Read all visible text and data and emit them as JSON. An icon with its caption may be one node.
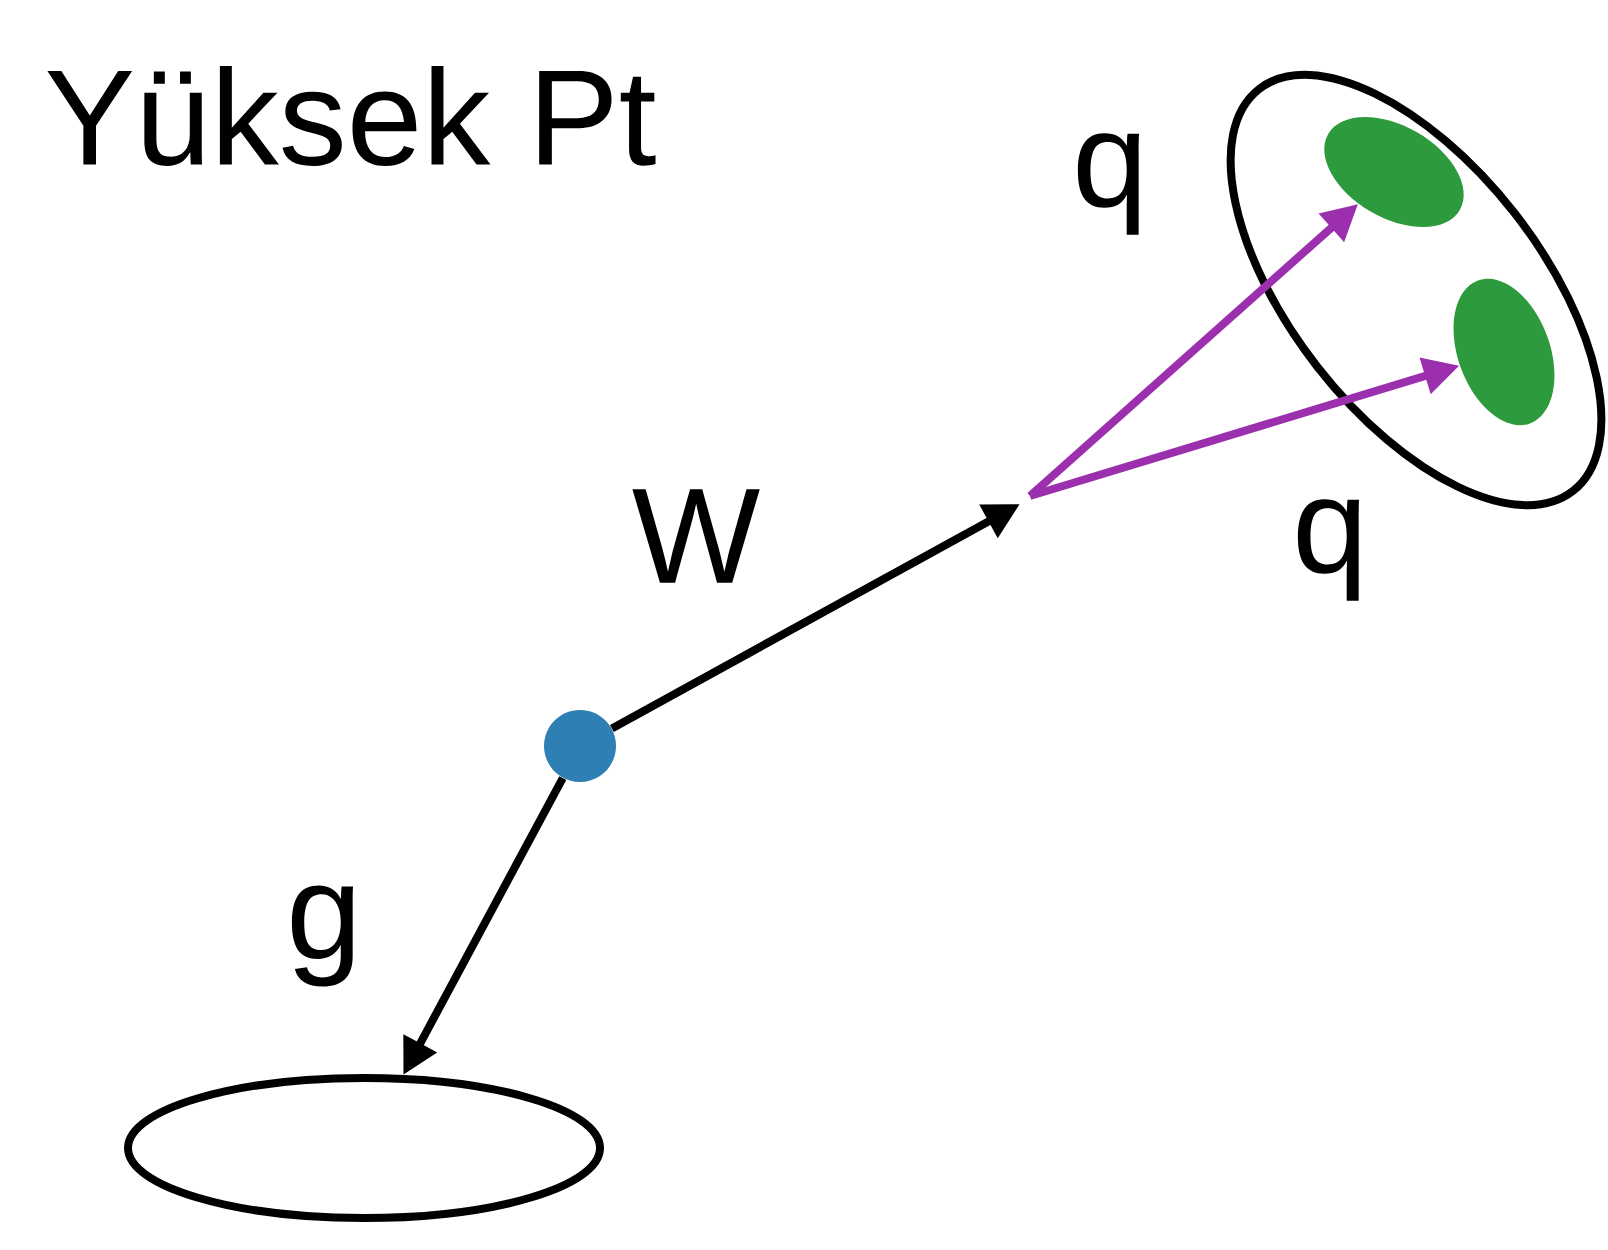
{
  "diagram": {
    "title": "Yüksek Pt",
    "nodes": [
      {
        "text": [],
        "shape": "circle"
      },
      {
        "text": [],
        "shape": "ellipse"
      },
      {
        "text": [],
        "shape": "ellipse",
        "in": 1
      },
      {
        "text": [],
        "shape": "ellipse",
        "in": 1
      },
      {
        "text": [],
        "shape": "ellipse"
      }
    ],
    "edges": [
      {
        "from": 0,
        "to": 4,
        "arrow": "to",
        "label": "g"
      },
      {
        "from": 0,
        "to": null,
        "arrow": "to",
        "label": "W"
      },
      {
        "from": null,
        "to": 2,
        "arrow": "to",
        "label": "q",
        "color": "#9b2fae"
      },
      {
        "from": null,
        "to": 3,
        "arrow": "to",
        "label": "q",
        "color": "#9b2fae"
      }
    ]
  }
}
